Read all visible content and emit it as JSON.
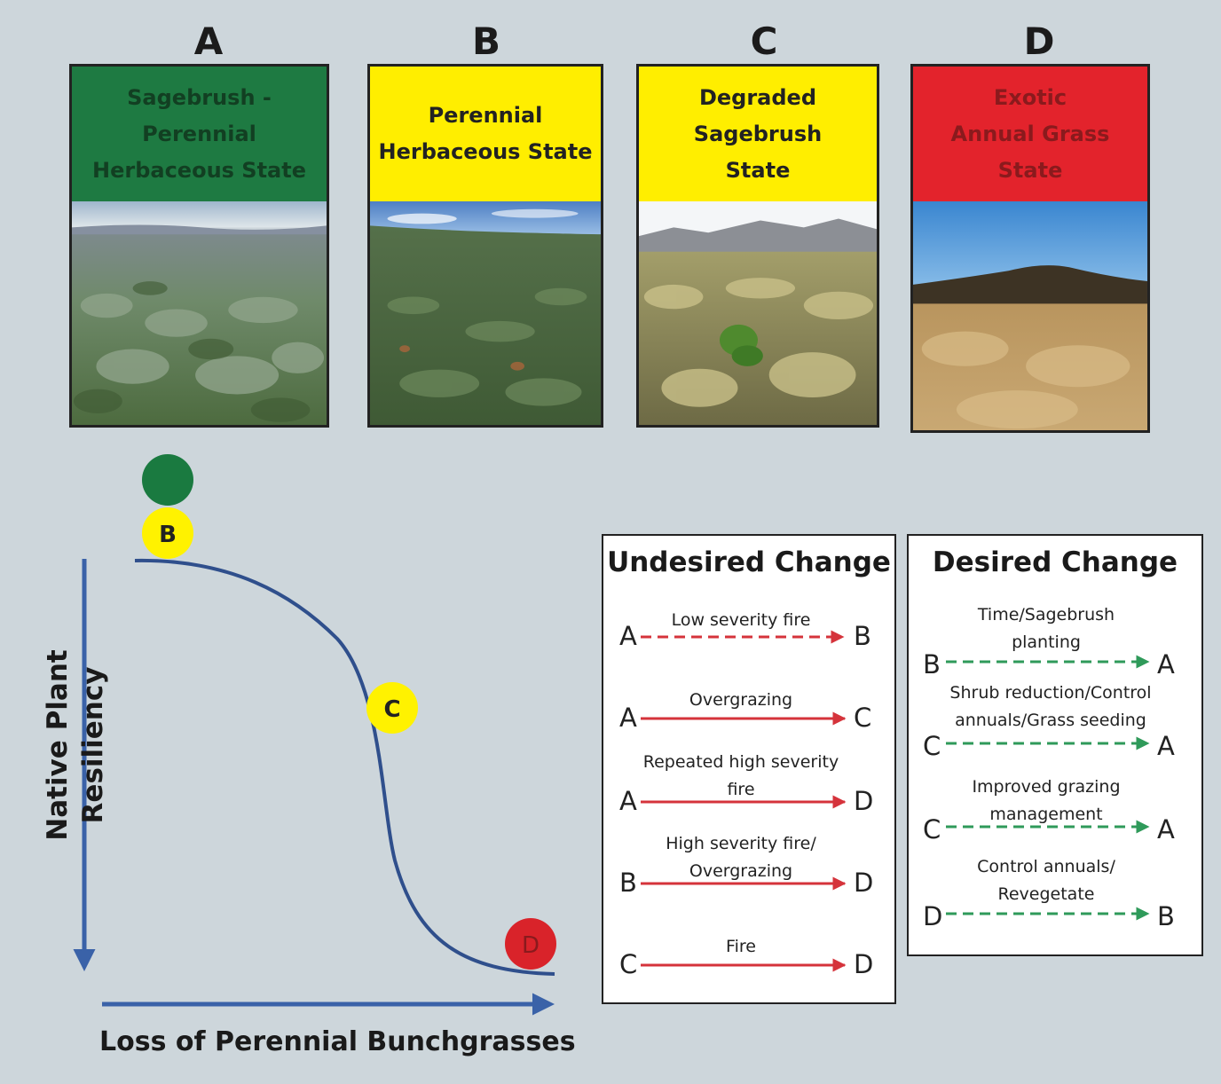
{
  "panels": [
    {
      "letter": "A",
      "title": "Sagebrush -\nPerennial\nHerbaceous State",
      "header_color": "#1e7a42",
      "text_color": "#123f22"
    },
    {
      "letter": "B",
      "title": "Perennial\nHerbaceous State",
      "header_color": "#ffee00",
      "text_color": "#222222"
    },
    {
      "letter": "C",
      "title": "Degraded\nSagebrush\nState",
      "header_color": "#ffee00",
      "text_color": "#222222"
    },
    {
      "letter": "D",
      "title": "Exotic\nAnnual Grass\nState",
      "header_color": "#e3232c",
      "text_color": "#8a1a1d"
    }
  ],
  "curve": {
    "y_axis_label": "Native Plant Resiliency",
    "x_axis_label": "Loss of Perennial Bunchgrasses",
    "markers": [
      {
        "label": "",
        "color": "#1a7a40"
      },
      {
        "label": "B",
        "color": "#fff200"
      },
      {
        "label": "C",
        "color": "#fff200"
      },
      {
        "label": "D",
        "color": "#d9232a"
      }
    ]
  },
  "undesired": {
    "title": "Undesired Change",
    "transitions": [
      {
        "from": "A",
        "to": "B",
        "label": "Low severity fire",
        "style": "dashed"
      },
      {
        "from": "A",
        "to": "C",
        "label": "Overgrazing",
        "style": "solid"
      },
      {
        "from": "A",
        "to": "D",
        "label": "Repeated high severity\nfire",
        "style": "solid"
      },
      {
        "from": "B",
        "to": "D",
        "label": "High severity fire/\nOvergrazing",
        "style": "solid"
      },
      {
        "from": "C",
        "to": "D",
        "label": "Fire",
        "style": "solid"
      }
    ]
  },
  "desired": {
    "title": "Desired Change",
    "transitions": [
      {
        "from": "B",
        "to": "A",
        "label": "Time/Sagebrush\nplanting"
      },
      {
        "from": "C",
        "to": "A",
        "label": "Shrub reduction/Control\nannuals/Grass seeding"
      },
      {
        "from": "C",
        "to": "A",
        "label": "Improved grazing\nmanagement"
      },
      {
        "from": "D",
        "to": "B",
        "label": "Control annuals/\nRevegetate"
      }
    ]
  },
  "colors": {
    "axis": "#3a62a8",
    "curve": "#2f4f8c",
    "undesired_arrow": "#d5333b",
    "desired_arrow": "#2f9a5a"
  }
}
